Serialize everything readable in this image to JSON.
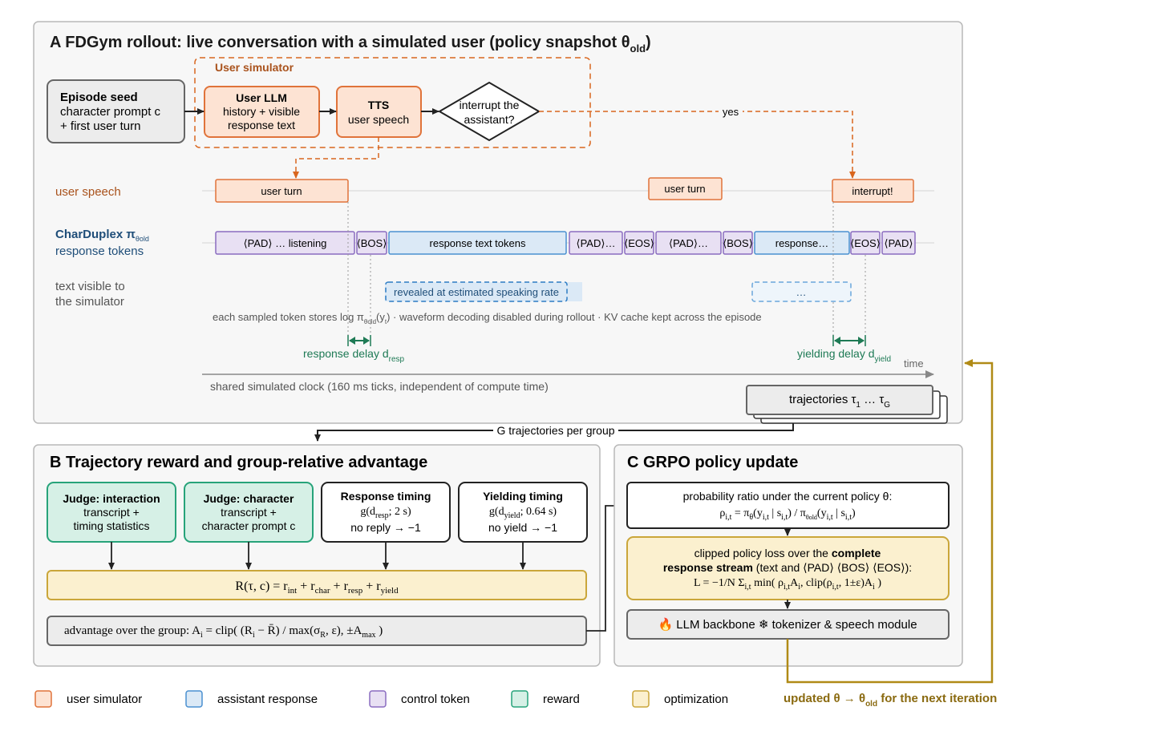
{
  "panel_a": {
    "title": "A FDGym rollout: live conversation with a simulated user (policy snapshot θ",
    "title_sub": "old",
    "title_close": ")",
    "user_sim_label": "User simulator",
    "episode_seed": {
      "title": "Episode seed",
      "line1": "character prompt c",
      "line2": "+ first user turn"
    },
    "user_llm": {
      "title": "User LLM",
      "line1": "history + visible",
      "line2": "response text"
    },
    "tts": {
      "title": "TTS",
      "line1": "user speech"
    },
    "interrupt": {
      "line1": "interrupt the",
      "line2": "assistant?"
    },
    "yes_label": "yes",
    "row_user_speech": "user speech",
    "row_charduplex": "CharDuplex π",
    "row_charduplex_sub": "θold",
    "row_charduplex_line2": "response tokens",
    "row_text_visible_1": "text visible to",
    "row_text_visible_2": "the simulator",
    "user_turn_1": "user turn",
    "user_turn_2": "user turn",
    "interrupt_turn": "interrupt!",
    "tokens": [
      "⟨PAD⟩ … listening",
      "⟨BOS⟩",
      "response text tokens",
      "⟨PAD⟩…",
      "⟨EOS⟩",
      "⟨PAD⟩…",
      "⟨BOS⟩",
      "response…",
      "⟨EOS⟩",
      "⟨PAD⟩"
    ],
    "revealed": "revealed at estimated speaking rate",
    "revealed_2": "…",
    "note_pre": "each sampled token stores log π",
    "note_sub": "θold",
    "note_mid": "(y",
    "note_sub2": "t",
    "note_post": ") · waveform decoding disabled during rollout · KV cache kept across the episode",
    "response_delay": "response delay d",
    "response_delay_sub": "resp",
    "yielding_delay": "yielding delay d",
    "yielding_delay_sub": "yield",
    "time_label": "time",
    "clock_label": "shared simulated clock (160 ms ticks, independent of compute time)",
    "trajectories": "trajectories τ",
    "trajectories_sub1": "1",
    "trajectories_mid": " … τ",
    "trajectories_sub2": "G"
  },
  "group_label": "G trajectories per group",
  "panel_b": {
    "title": "B Trajectory reward and group-relative advantage",
    "judge_interaction": {
      "title": "Judge: interaction",
      "line1": "transcript +",
      "line2": "timing statistics"
    },
    "judge_character": {
      "title": "Judge: character",
      "line1": "transcript +",
      "line2": "character prompt c"
    },
    "response_timing": {
      "title": "Response timing",
      "line1": "g(d",
      "line1_sub": "resp",
      "line1_post": "; 2 s)",
      "line2": "no reply → −1"
    },
    "yielding_timing": {
      "title": "Yielding timing",
      "line1": "g(d",
      "line1_sub": "yield",
      "line1_post": "; 0.64 s)",
      "line2": "no yield → −1"
    },
    "reward_formula": "R(τ, c) = r_int + r_char + r_resp + r_yield",
    "advantage_formula": "advantage over the group: A_i = clip( (R_i − R̄) / max(σ_R, ε), ±A_max )"
  },
  "panel_c": {
    "title": "C GRPO policy update",
    "ratio_line1": "probability ratio under the current policy θ:",
    "ratio_line2": "ρ_i,t = π_θ(y_i,t | s_i,t) / π_θold(y_i,t | s_i,t)",
    "loss_line1_pre": "clipped policy loss over the ",
    "loss_line1_bold": "complete",
    "loss_line2_bold": "response stream",
    "loss_line2_post": " (text and ⟨PAD⟩ ⟨BOS⟩ ⟨EOS⟩):",
    "loss_line3": "L = −1/N Σ_i,t min( ρ_i,t A_i , clip(ρ_i,t , 1±ε)A_i )",
    "backbone": "🔥 LLM backbone ❄ tokenizer & speech module"
  },
  "update_label": "updated θ → θ",
  "update_label_sub": "old",
  "update_label_post": " for the next iteration",
  "legend": [
    {
      "label": "user simulator",
      "fill": "#fde3d3",
      "stroke": "#e0733a"
    },
    {
      "label": "assistant response",
      "fill": "#dbe9f6",
      "stroke": "#4a90d0"
    },
    {
      "label": "control token",
      "fill": "#e8e0f3",
      "stroke": "#8a6cc0"
    },
    {
      "label": "reward",
      "fill": "#d6f0e6",
      "stroke": "#27a37a"
    },
    {
      "label": "optimization",
      "fill": "#fbf0cf",
      "stroke": "#caa63a"
    }
  ],
  "colors": {
    "orange": "#d9661e",
    "green": "#1e7a55",
    "gold": "#b08a16",
    "navy": "#1f4e79",
    "dark": "#333333"
  }
}
